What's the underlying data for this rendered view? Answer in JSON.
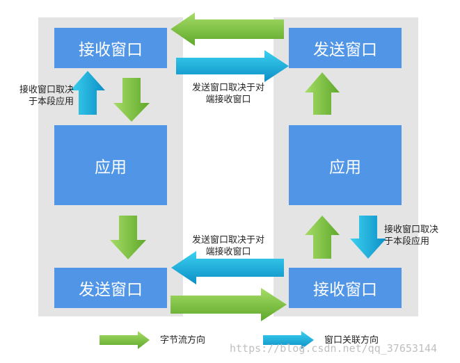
{
  "colors": {
    "box_fill": "#5196e6",
    "flow_arrow_green": "#7dc43d",
    "window_arrow_blue": "#1aaee0",
    "panel_gray": "#e4e4e4"
  },
  "left_column": {
    "top_box": "接收窗口",
    "middle_box": "应用",
    "bottom_box": "发送窗口",
    "side_note": [
      "接收窗口取决",
      "于本段应用"
    ]
  },
  "right_column": {
    "top_box": "发送窗口",
    "middle_box": "应用",
    "bottom_box": "接收窗口",
    "side_note": [
      "接收窗口取决",
      "于本段应用"
    ]
  },
  "center_notes": {
    "top": [
      "发送窗口取决于对",
      "端接收窗口"
    ],
    "bottom": [
      "发送窗口取决于对",
      "端接收窗口"
    ]
  },
  "legend": {
    "byte_flow": "字节流方向",
    "window_link": "窗口关联方向"
  },
  "watermark": "https://blog.csdn.net/qq_37653144"
}
